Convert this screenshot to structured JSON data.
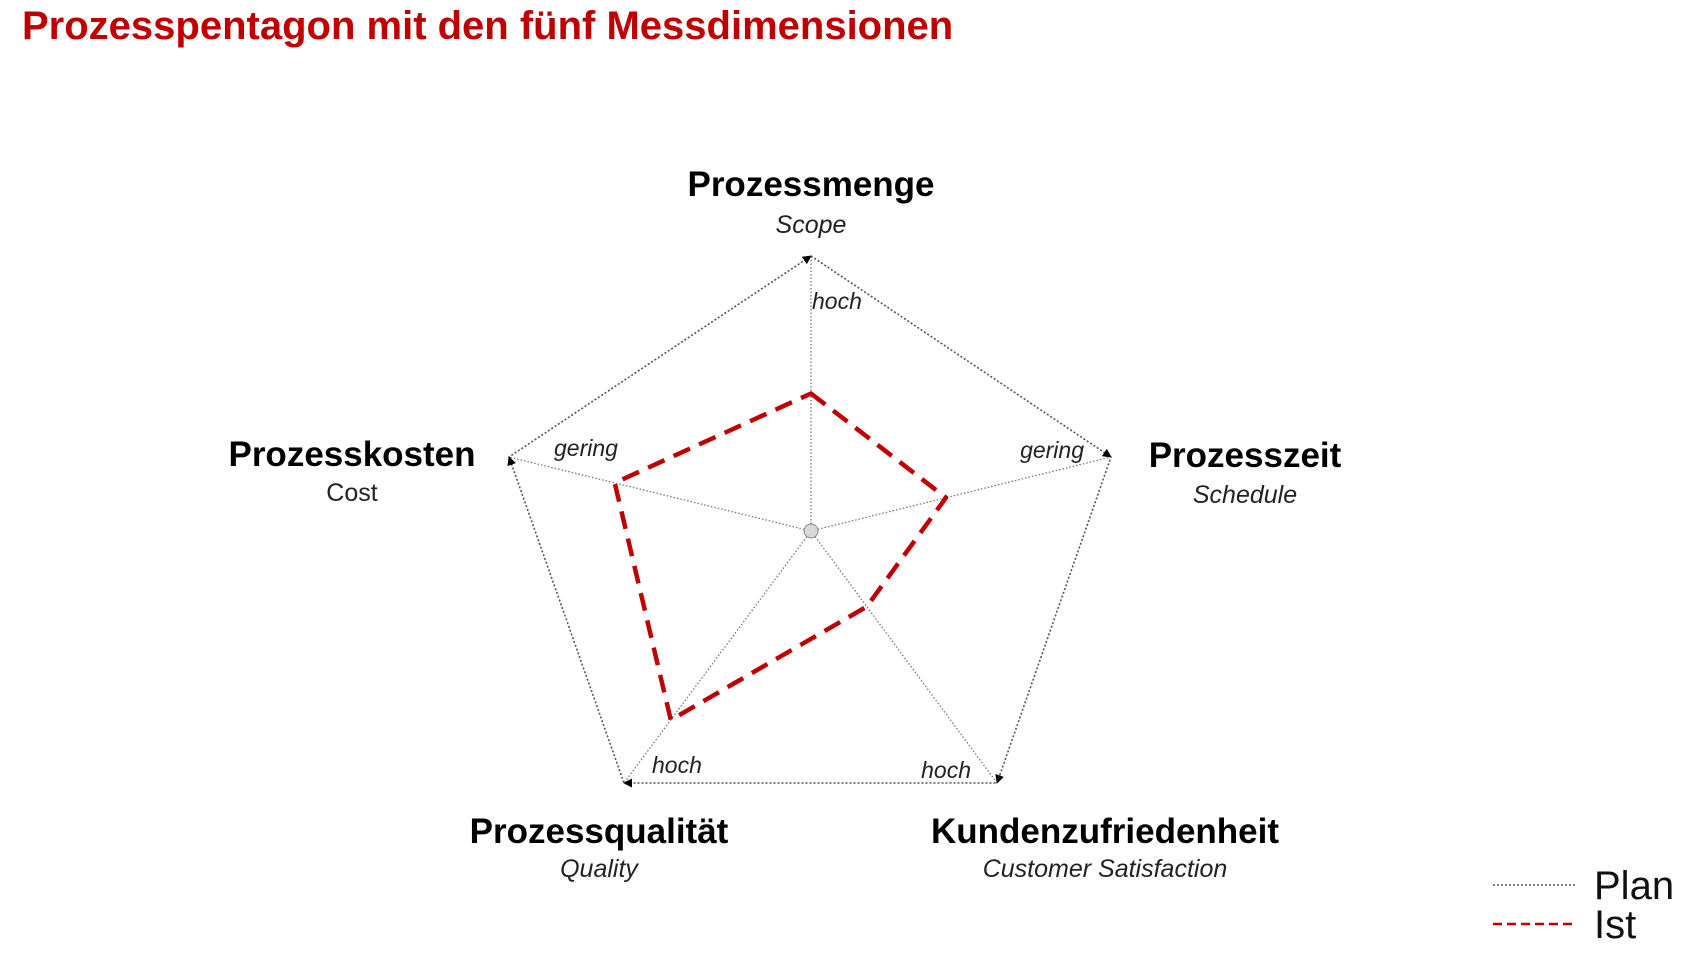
{
  "title": "Prozesspentagon mit den fünf Messdimensionen",
  "colors": {
    "title": "#c00000",
    "ist_line": "#c00000",
    "plan_line": "#555555",
    "text": "#000000"
  },
  "dimensions": [
    {
      "name": "Prozessmenge",
      "subtitle": "Scope",
      "scale_label": "hoch"
    },
    {
      "name": "Prozesszeit",
      "subtitle": "Schedule",
      "scale_label": "gering"
    },
    {
      "name": "Kundenzufriedenheit",
      "subtitle": "Customer Satisfaction",
      "scale_label": "hoch"
    },
    {
      "name": "Prozessqualität",
      "subtitle": "Quality",
      "scale_label": "hoch"
    },
    {
      "name": "Prozesskosten",
      "subtitle": "Cost",
      "scale_label": "gering"
    }
  ],
  "chart_data": {
    "type": "radar",
    "axes": [
      "Prozessmenge",
      "Prozesszeit",
      "Kundenzufriedenheit",
      "Prozessqualität",
      "Prozesskosten"
    ],
    "range": [
      0,
      1
    ],
    "series": [
      {
        "name": "Plan",
        "values": [
          1,
          1,
          1,
          1,
          1
        ],
        "style": "dotted"
      },
      {
        "name": "Ist",
        "values": [
          0.5,
          0.45,
          0.3,
          0.75,
          0.65
        ],
        "style": "dashed"
      }
    ]
  },
  "legend": {
    "items": [
      {
        "label": "Plan",
        "style": "dotted"
      },
      {
        "label": "Ist",
        "style": "dashed"
      }
    ]
  }
}
